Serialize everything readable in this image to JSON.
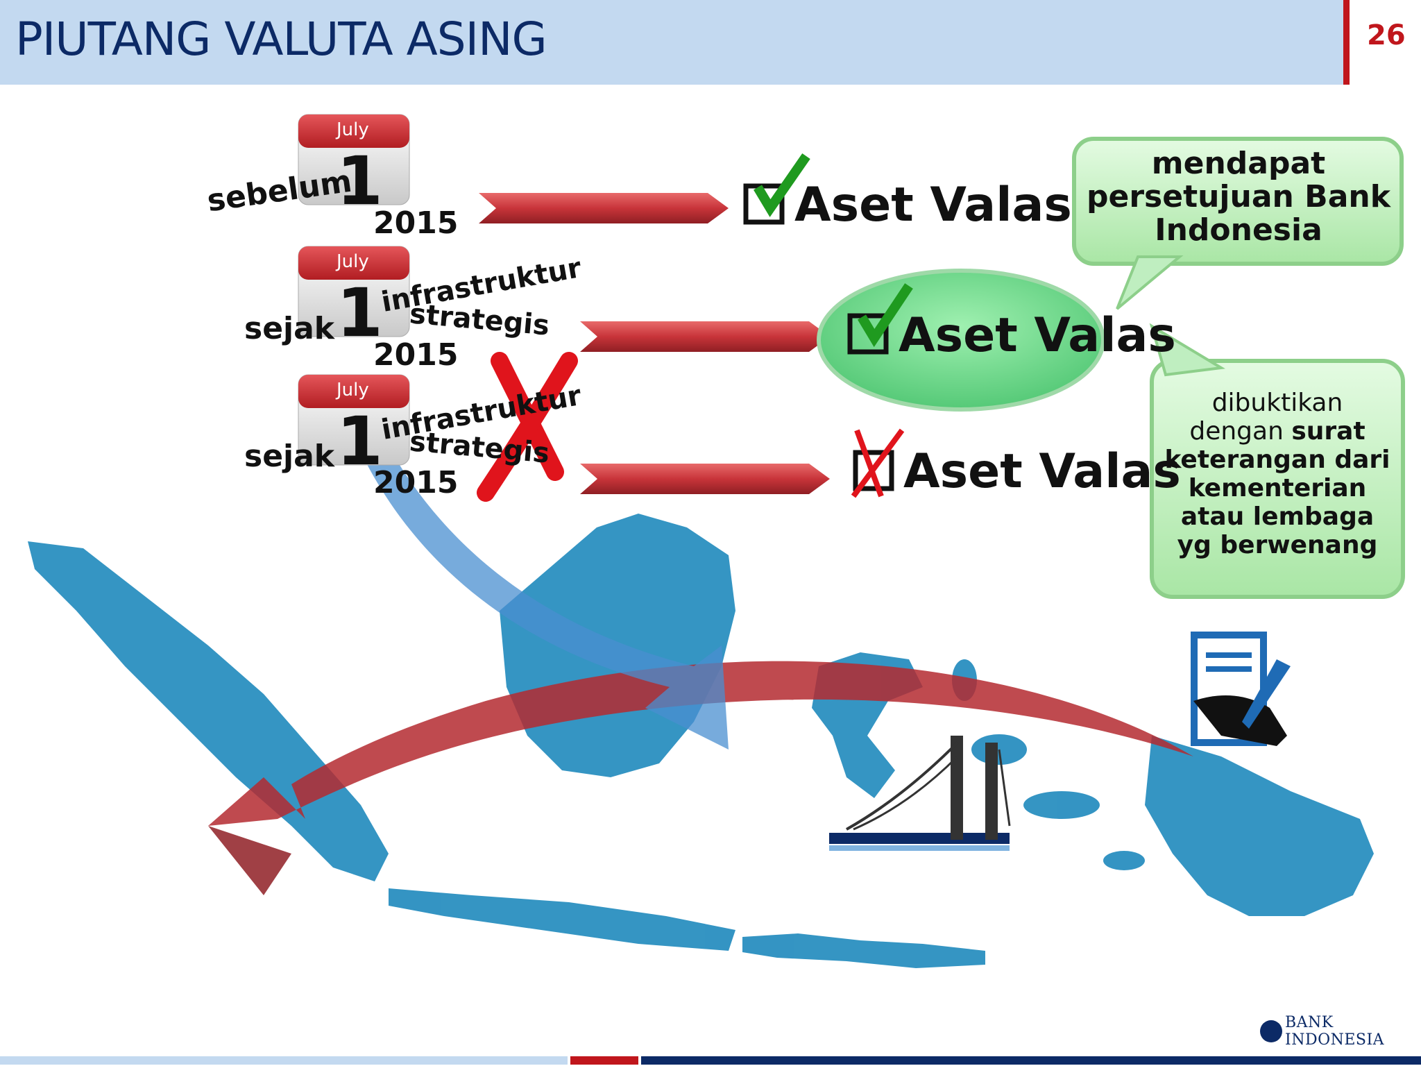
{
  "slide": {
    "title": "PIUTANG VALUTA ASING",
    "page_number": "26"
  },
  "calendars": [
    {
      "month": "July",
      "day": "1",
      "year": "2015",
      "prefix": "sebelum",
      "note_line1": "",
      "note_line2": ""
    },
    {
      "month": "July",
      "day": "1",
      "year": "2015",
      "prefix": "sejak",
      "note_line1": "infrastruktur",
      "note_line2": "strategis"
    },
    {
      "month": "July",
      "day": "1",
      "year": "2015",
      "prefix": "sejak",
      "note_line1": "infrastruktur",
      "note_line2": "strategis"
    }
  ],
  "outcomes": [
    {
      "label": "Aset Valas",
      "status": "check"
    },
    {
      "label": "Aset Valas",
      "status": "check"
    },
    {
      "label": "Aset Valas",
      "status": "cross"
    }
  ],
  "callouts": {
    "top": {
      "line1": "mendapat",
      "line2": "persetujuan Bank",
      "line3": "Indonesia"
    },
    "bottom": {
      "line1": "dibuktikan",
      "line2a": "dengan ",
      "line2b": "surat",
      "line3": "keterangan dari",
      "line4": "kementerian",
      "line5": "atau lembaga",
      "line6": "yg berwenang"
    }
  },
  "footer": {
    "brand": "BANK INDONESIA"
  },
  "colors": {
    "header_bg": "#c3d9f0",
    "title": "#0c2a66",
    "accent_red": "#c0161c",
    "map_blue": "#2a8fc0",
    "callout_green": "#c9f2c6",
    "ellipse_green": "#7ee09a",
    "check_green": "#1f9a1f"
  }
}
